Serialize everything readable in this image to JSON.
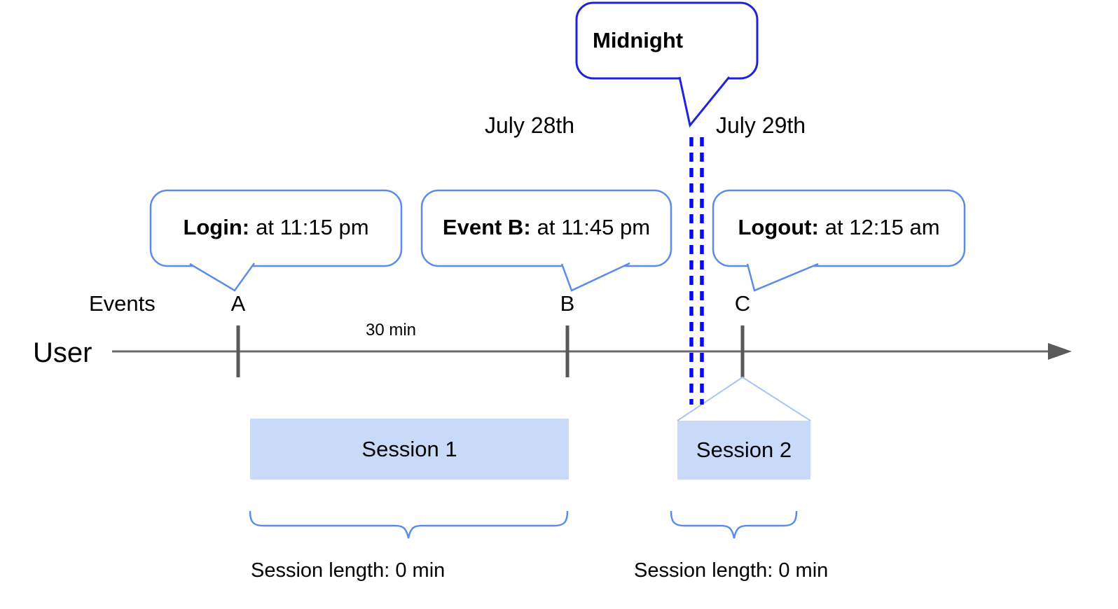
{
  "diagram": {
    "midnight_callout": "Midnight",
    "date_left": "July 28th",
    "date_right": "July 29th",
    "events_axis_label": "Events",
    "user_label": "User",
    "interval_label": "30 min",
    "callouts": [
      {
        "label": "Login:",
        "time": "at 11:15 pm"
      },
      {
        "label": "Event B:",
        "time": "at 11:45 pm"
      },
      {
        "label": "Logout:",
        "time": "at 12:15 am"
      }
    ],
    "event_markers": [
      "A",
      "B",
      "C"
    ],
    "sessions": [
      {
        "name": "Session 1",
        "length": "Session length: 0 min"
      },
      {
        "name": "Session 2",
        "length": "Session length: 0 min"
      }
    ],
    "colors": {
      "callout_border": "#5b8cea",
      "midnight_border": "#2222d8",
      "midnight_divider": "#0a0af0",
      "session_fill": "#c9daf8",
      "session_link": "#aac4f6",
      "timeline": "#646464",
      "tick": "#585858"
    }
  }
}
